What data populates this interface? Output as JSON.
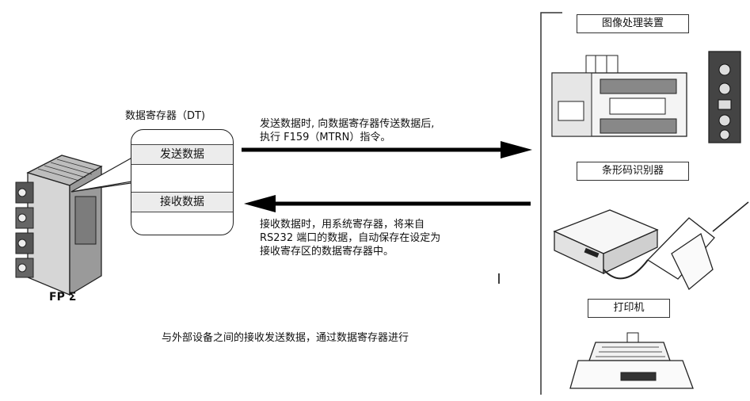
{
  "plc": {
    "model_label": "FP Σ"
  },
  "register": {
    "title": "数据寄存器（DT)",
    "send_row": "发送数据",
    "receive_row": "接收数据"
  },
  "send_note": {
    "line1": "发送数据时, 向数据寄存器传送数据后,",
    "line2": "执行 F159（MTRN）指令。"
  },
  "receive_note": {
    "line1": "接收数据时，用系统寄存器，将来自",
    "line2": "RS232 端口的数据，自动保存在设定为",
    "line3": "接收寄存区的数据寄存器中。"
  },
  "caption": "与外部设备之间的接收发送数据，通过数据寄存器进行",
  "devices": [
    {
      "label": "图像处理装置",
      "icon": "image-processor-icon"
    },
    {
      "label": "条形码识别器",
      "icon": "barcode-reader-icon"
    },
    {
      "label": "打印机",
      "icon": "printer-icon"
    }
  ]
}
